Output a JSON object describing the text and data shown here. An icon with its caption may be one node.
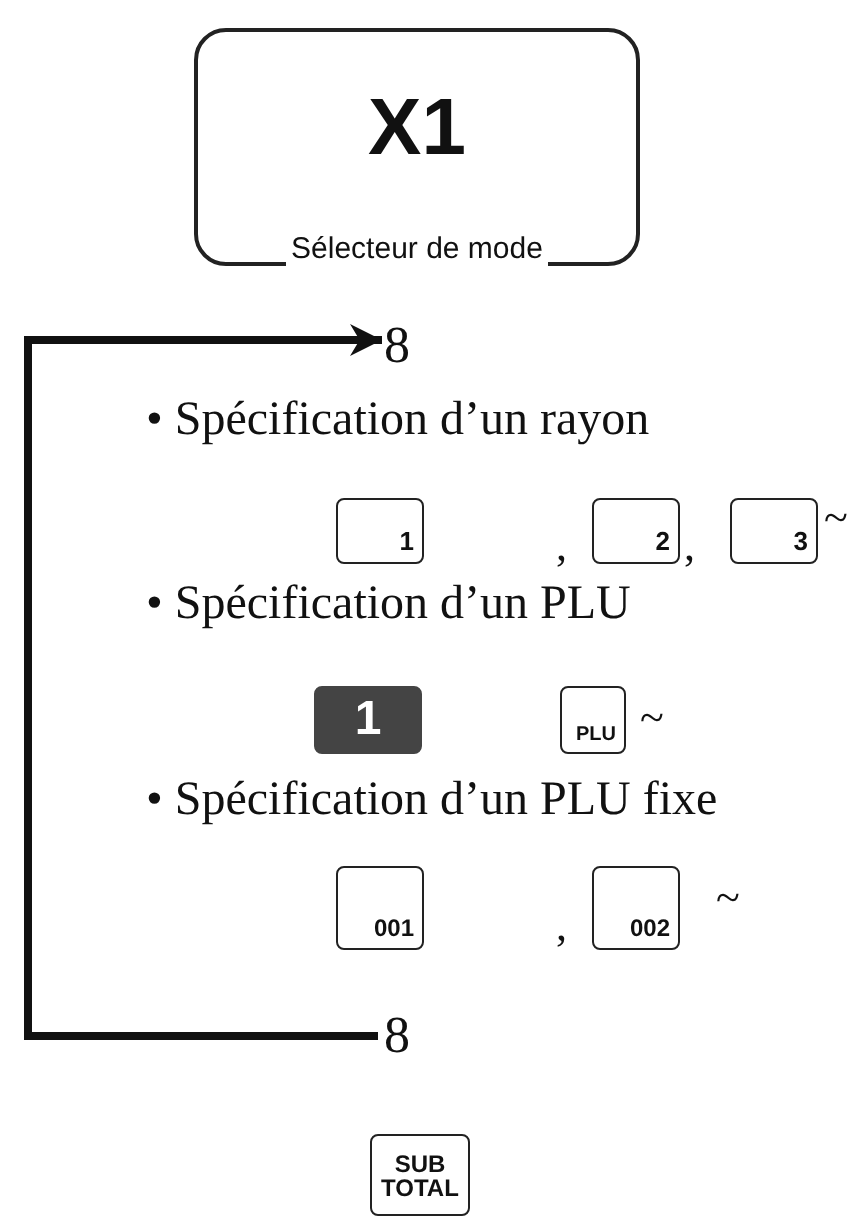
{
  "diagram": {
    "nodes": [
      {
        "text": [
          "X1",
          "Sélecteur de mode"
        ]
      },
      {
        "text": [
          "8"
        ]
      },
      {
        "text": [
          "1"
        ]
      },
      {
        "text": [
          "2"
        ]
      },
      {
        "text": [
          "3"
        ]
      },
      {
        "text": [
          "1"
        ]
      },
      {
        "text": [
          "PLU"
        ]
      },
      {
        "text": [
          "001"
        ]
      },
      {
        "text": [
          "002"
        ]
      },
      {
        "text": [
          "8"
        ]
      },
      {
        "text": [
          "SUB TOTAL"
        ]
      }
    ],
    "edges": [
      {
        "from": 9,
        "to": 1,
        "arrow": "to"
      }
    ],
    "labels": [
      "• Spécification d’un rayon",
      ",",
      ",",
      "~",
      "• Spécification d’un PLU",
      "~",
      "• Spécification d’un PLU fixe",
      ",",
      "~"
    ]
  }
}
